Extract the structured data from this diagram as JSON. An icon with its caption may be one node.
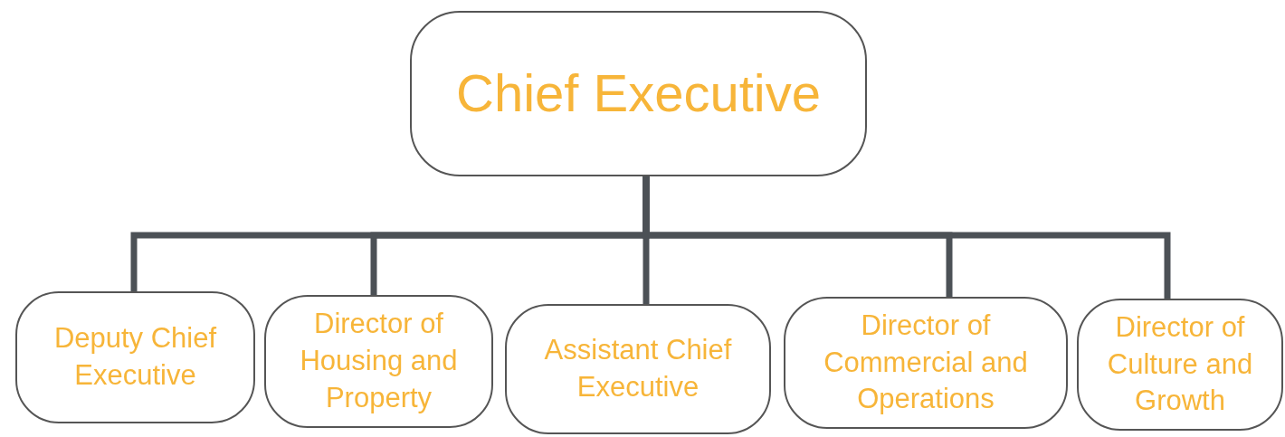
{
  "diagram": {
    "nodes": [
      {
        "text": [
          "Chief Executive"
        ]
      },
      {
        "text": [
          "Deputy Chief Executive"
        ]
      },
      {
        "text": [
          "Director of Housing and Property"
        ]
      },
      {
        "text": [
          "Assistant Chief Executive"
        ]
      },
      {
        "text": [
          "Director of Commercial and Operations"
        ]
      },
      {
        "text": [
          "Director of Culture and Growth"
        ]
      }
    ],
    "edges": [
      {
        "from": 0,
        "to": 1,
        "arrow": "none"
      },
      {
        "from": 0,
        "to": 2,
        "arrow": "none"
      },
      {
        "from": 0,
        "to": 3,
        "arrow": "none"
      },
      {
        "from": 0,
        "to": 4,
        "arrow": "none"
      },
      {
        "from": 0,
        "to": 5,
        "arrow": "none"
      }
    ]
  }
}
